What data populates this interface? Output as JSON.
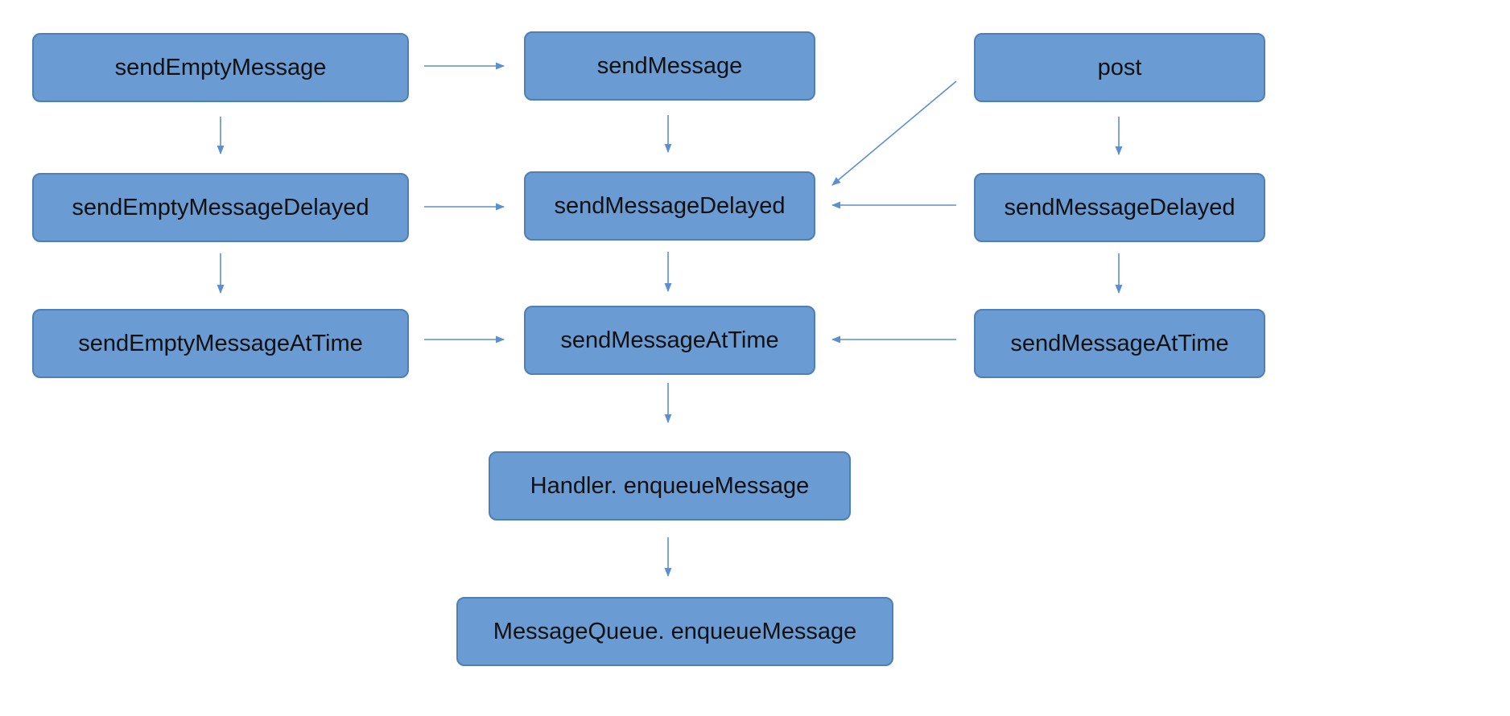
{
  "nodes": {
    "sendEmptyMessage": "sendEmptyMessage",
    "sendMessage": "sendMessage",
    "post": "post",
    "sendEmptyMessageDelayed": "sendEmptyMessageDelayed",
    "sendMessageDelayed_center": "sendMessageDelayed",
    "sendMessageDelayed_right": "sendMessageDelayed",
    "sendEmptyMessageAtTime": "sendEmptyMessageAtTime",
    "sendMessageAtTime_center": "sendMessageAtTime",
    "sendMessageAtTime_right": "sendMessageAtTime",
    "handlerEnqueueMessage": "Handler. enqueueMessage",
    "messageQueueEnqueueMessage": "MessageQueue. enqueueMessage"
  },
  "edges": [
    {
      "from": "sendEmptyMessage",
      "to": "sendMessage"
    },
    {
      "from": "sendEmptyMessage",
      "to": "sendEmptyMessageDelayed"
    },
    {
      "from": "sendMessage",
      "to": "sendMessageDelayed_center"
    },
    {
      "from": "post",
      "to": "sendMessageDelayed_center"
    },
    {
      "from": "post",
      "to": "sendMessageDelayed_right"
    },
    {
      "from": "sendEmptyMessageDelayed",
      "to": "sendMessageDelayed_center"
    },
    {
      "from": "sendMessageDelayed_right",
      "to": "sendMessageDelayed_center"
    },
    {
      "from": "sendEmptyMessageDelayed",
      "to": "sendEmptyMessageAtTime"
    },
    {
      "from": "sendMessageDelayed_center",
      "to": "sendMessageAtTime_center"
    },
    {
      "from": "sendMessageDelayed_right",
      "to": "sendMessageAtTime_right"
    },
    {
      "from": "sendEmptyMessageAtTime",
      "to": "sendMessageAtTime_center"
    },
    {
      "from": "sendMessageAtTime_right",
      "to": "sendMessageAtTime_center"
    },
    {
      "from": "sendMessageAtTime_center",
      "to": "handlerEnqueueMessage"
    },
    {
      "from": "handlerEnqueueMessage",
      "to": "messageQueueEnqueueMessage"
    }
  ],
  "colors": {
    "node_fill": "#6a9bd2",
    "node_border": "#4f7fb7",
    "arrow": "#5b8fcd",
    "text": "#111111"
  }
}
